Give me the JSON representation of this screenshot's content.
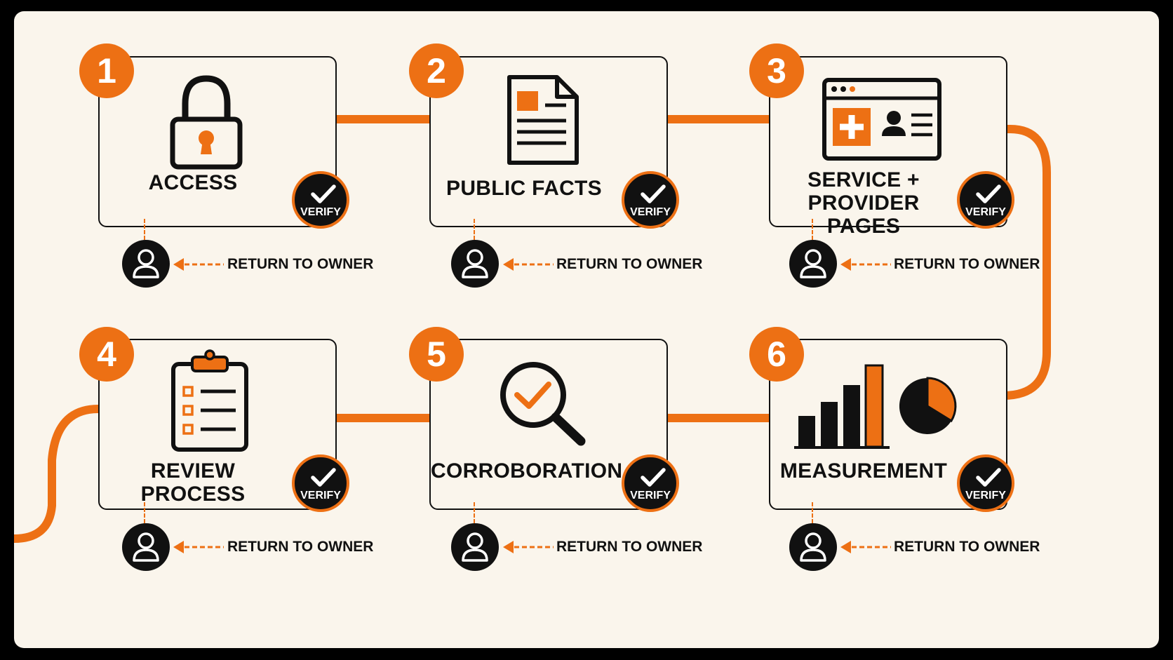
{
  "colors": {
    "accent": "#ed7014",
    "ink": "#111111",
    "background": "#faf5ec"
  },
  "steps": [
    {
      "number": "1",
      "label": "ACCESS",
      "icon": "lock-icon",
      "verify": "VERIFY",
      "return": "RETURN TO OWNER"
    },
    {
      "number": "2",
      "label": "PUBLIC FACTS",
      "icon": "document-icon",
      "verify": "VERIFY",
      "return": "RETURN TO OWNER"
    },
    {
      "number": "3",
      "label": "SERVICE +\nPROVIDER PAGES",
      "icon": "browser-page-icon",
      "verify": "VERIFY",
      "return": "RETURN TO OWNER"
    },
    {
      "number": "4",
      "label": "REVIEW PROCESS",
      "icon": "clipboard-checklist-icon",
      "verify": "VERIFY",
      "return": "RETURN TO OWNER"
    },
    {
      "number": "5",
      "label": "CORROBORATION",
      "icon": "magnifier-check-icon",
      "verify": "VERIFY",
      "return": "RETURN TO OWNER"
    },
    {
      "number": "6",
      "label": "MEASUREMENT",
      "icon": "bar-pie-chart-icon",
      "verify": "VERIFY",
      "return": "RETURN TO OWNER"
    }
  ]
}
